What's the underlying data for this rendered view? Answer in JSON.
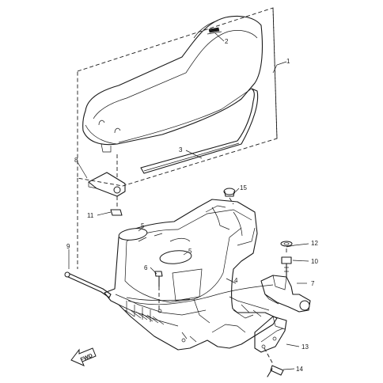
{
  "callouts": [
    {
      "id": "1",
      "text": "1"
    },
    {
      "id": "2",
      "text": "2"
    },
    {
      "id": "3",
      "text": "3"
    },
    {
      "id": "4",
      "text": "4"
    },
    {
      "id": "5a",
      "text": "5"
    },
    {
      "id": "5b",
      "text": "5"
    },
    {
      "id": "6",
      "text": "6"
    },
    {
      "id": "7",
      "text": "7"
    },
    {
      "id": "8",
      "text": "8"
    },
    {
      "id": "9",
      "text": "9"
    },
    {
      "id": "10",
      "text": "10"
    },
    {
      "id": "11",
      "text": "11"
    },
    {
      "id": "12",
      "text": "12"
    },
    {
      "id": "13",
      "text": "13"
    },
    {
      "id": "14",
      "text": "14"
    },
    {
      "id": "15",
      "text": "15"
    }
  ],
  "direction_arrow": {
    "text": "FWD"
  },
  "colors": {
    "line": "#1a1a1a",
    "background": "#ffffff"
  }
}
